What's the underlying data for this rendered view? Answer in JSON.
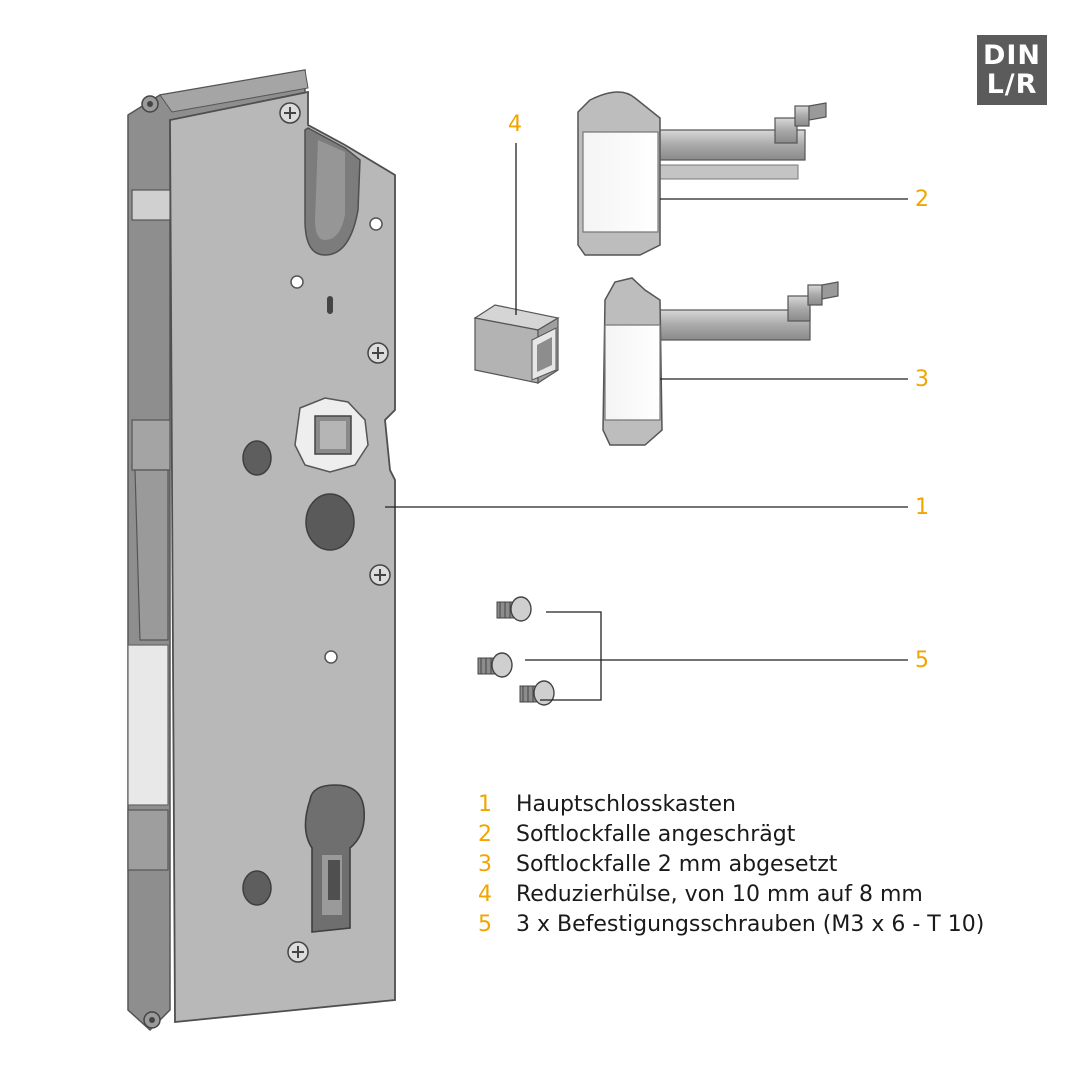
{
  "badge": {
    "line1": "DIN",
    "line2": "L/R"
  },
  "callouts": {
    "c1": "1",
    "c2": "2",
    "c3": "3",
    "c4": "4",
    "c5": "5"
  },
  "legend": [
    {
      "num": "1",
      "text": "Hauptschlosskasten"
    },
    {
      "num": "2",
      "text": "Softlockfalle angeschrägt"
    },
    {
      "num": "3",
      "text": "Softlockfalle 2 mm abgesetzt"
    },
    {
      "num": "4",
      "text": "Reduzierhülse, von 10 mm auf 8 mm"
    },
    {
      "num": "5",
      "text": "3 x Befestigungsschrauben (M3 x 6 - T 10)"
    }
  ],
  "colors": {
    "accent": "#f0a500",
    "lock_body": "#b9b9b9",
    "lock_dark": "#8f8f8f",
    "badge_bg": "#5b5b5b"
  }
}
